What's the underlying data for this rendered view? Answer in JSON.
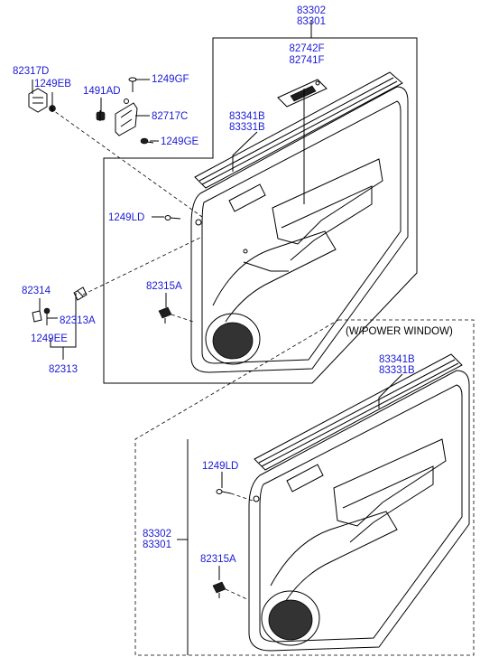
{
  "labels": {
    "trim_main_top": [
      "83302",
      "83301"
    ],
    "handle_top": [
      "82742F",
      "82741F"
    ],
    "holder_top": [
      "82317D",
      "1249EB"
    ],
    "screw_gf": "1249GF",
    "clip_ad": "1491AD",
    "bracket": "82717C",
    "screw_ge": "1249GE",
    "trim_pad_top": [
      "83341B",
      "83331B"
    ],
    "screw_ld_top": "1249LD",
    "clip_314": "82314",
    "clip_a_top": "82315A",
    "clip_313a": "82313A",
    "screw_ee": "1249EE",
    "assy_313": "82313",
    "pw_header": "(W/POWER WINDOW)",
    "trim_pad_bottom": [
      "83341B",
      "83331B"
    ],
    "screw_ld_bottom": "1249LD",
    "trim_main_bottom": [
      "83302",
      "83301"
    ],
    "clip_a_bottom": "82315A"
  }
}
